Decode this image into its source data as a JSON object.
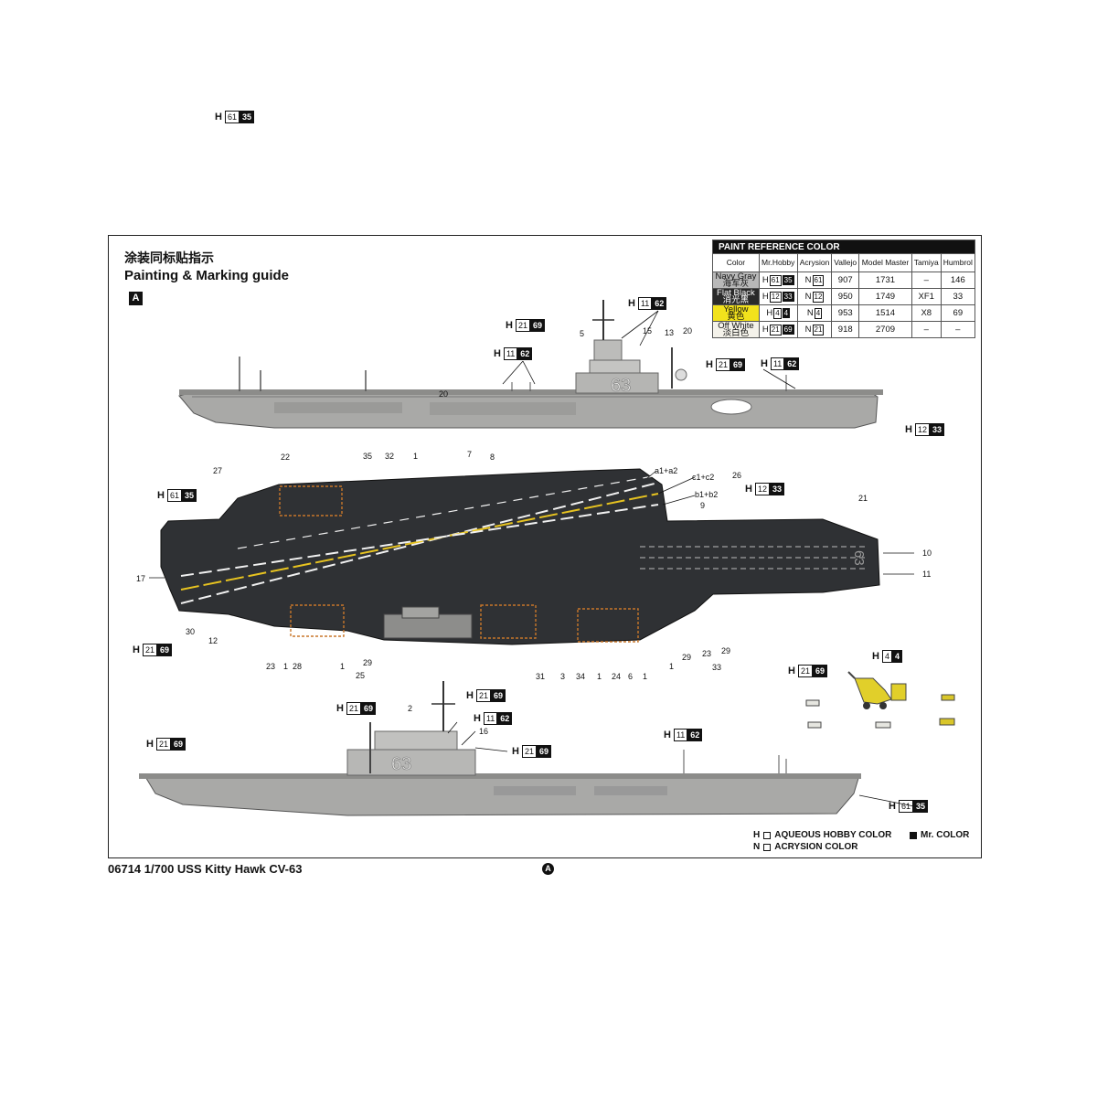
{
  "header": {
    "title_cn": "涂装同标贴指示",
    "title_en": "Painting & Marking guide",
    "sheet_letter": "A"
  },
  "footer": {
    "title": "06714 1/700 USS Kitty Hawk CV-63",
    "letter": "A"
  },
  "paint_table": {
    "title": "PAINT  REFERENCE COLOR",
    "headers": [
      "Color",
      "Mr.Hobby",
      "Acrysion",
      "Vallejo",
      "Model Master",
      "Tamiya",
      "Humbrol"
    ],
    "rows": [
      {
        "color_en": "Navy Gray",
        "color_cn": "海军灰",
        "swatch": "#b8b8b8",
        "mr_hobby": "61",
        "mr_color": "35",
        "acrysion": "61",
        "vallejo": "907",
        "model_master": "1731",
        "tamiya": "–",
        "humbrol": "146"
      },
      {
        "color_en": "Flat Black",
        "color_cn": "消光黑",
        "swatch": "#2a2a2a",
        "mr_hobby": "12",
        "mr_color": "33",
        "acrysion": "12",
        "vallejo": "950",
        "model_master": "1749",
        "tamiya": "XF1",
        "humbrol": "33"
      },
      {
        "color_en": "Yellow",
        "color_cn": "黄色",
        "swatch": "#f2e21c",
        "mr_hobby": "4",
        "mr_color": "4",
        "acrysion": "4",
        "vallejo": "953",
        "model_master": "1514",
        "tamiya": "X8",
        "humbrol": "69"
      },
      {
        "color_en": "Off White",
        "color_cn": "淡白色",
        "swatch": "#f4f2ea",
        "mr_hobby": "21",
        "mr_color": "69",
        "acrysion": "21",
        "vallejo": "918",
        "model_master": "2709",
        "tamiya": "–",
        "humbrol": "–"
      }
    ]
  },
  "legend": {
    "aqueous": "AQUEOUS HOBBY COLOR",
    "mr_color": "Mr. COLOR",
    "acrysion": "ACRYSION COLOR",
    "h_letter": "H",
    "n_letter": "N"
  },
  "callouts": [
    {
      "id": "c1",
      "letter": "H",
      "code": "61",
      "mr": "35"
    },
    {
      "id": "c2",
      "letter": "H",
      "code": "21",
      "mr": "69"
    },
    {
      "id": "c3",
      "letter": "H",
      "code": "11",
      "mr": "62"
    },
    {
      "id": "c4",
      "letter": "H",
      "code": "11",
      "mr": "62"
    },
    {
      "id": "c5",
      "letter": "H",
      "code": "21",
      "mr": "69"
    },
    {
      "id": "c6",
      "letter": "H",
      "code": "11",
      "mr": "62"
    },
    {
      "id": "c7",
      "letter": "H",
      "code": "12",
      "mr": "33"
    },
    {
      "id": "c8",
      "letter": "H",
      "code": "61",
      "mr": "35"
    },
    {
      "id": "c9",
      "letter": "H",
      "code": "12",
      "mr": "33"
    },
    {
      "id": "c10",
      "letter": "H",
      "code": "21",
      "mr": "69"
    },
    {
      "id": "c11",
      "letter": "H",
      "code": "4",
      "mr": "4"
    },
    {
      "id": "c12",
      "letter": "H",
      "code": "21",
      "mr": "69"
    },
    {
      "id": "c13",
      "letter": "H",
      "code": "21",
      "mr": "69"
    },
    {
      "id": "c14",
      "letter": "H",
      "code": "21",
      "mr": "69"
    },
    {
      "id": "c15",
      "letter": "H",
      "code": "11",
      "mr": "62"
    },
    {
      "id": "c16",
      "letter": "H",
      "code": "21",
      "mr": "69"
    },
    {
      "id": "c17",
      "letter": "H",
      "code": "21",
      "mr": "69"
    },
    {
      "id": "c18",
      "letter": "H",
      "code": "11",
      "mr": "62"
    },
    {
      "id": "c19",
      "letter": "H",
      "code": "61",
      "mr": "35"
    }
  ],
  "part_numbers": [
    "5",
    "15",
    "13",
    "20",
    "22",
    "35",
    "32",
    "1",
    "7",
    "8",
    "27",
    "a1+a2",
    "c1+c2",
    "b1+b2",
    "26",
    "21",
    "10",
    "11",
    "17",
    "9",
    "30",
    "12",
    "23",
    "1",
    "28",
    "1",
    "29",
    "25",
    "31",
    "3",
    "34",
    "1",
    "24",
    "6",
    "1",
    "1",
    "29",
    "23",
    "29",
    "33",
    "2",
    "16",
    "20"
  ],
  "hull_number": "63"
}
